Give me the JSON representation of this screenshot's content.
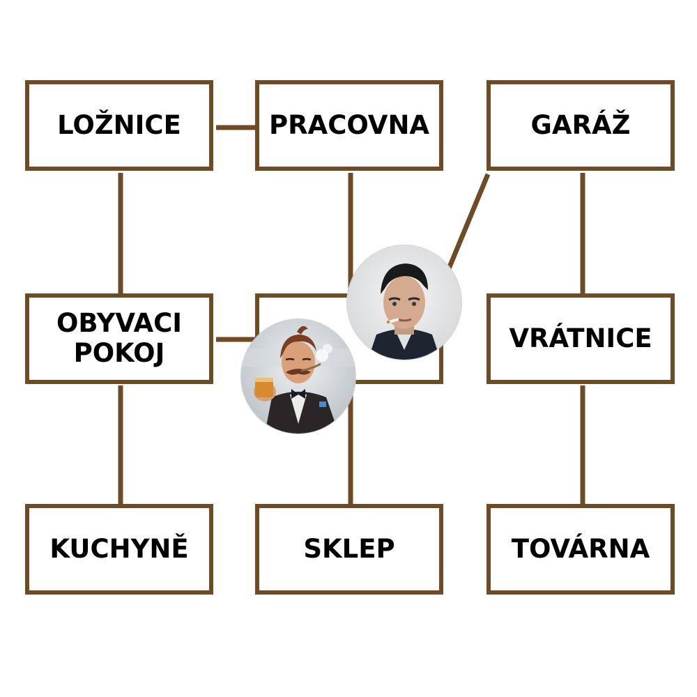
{
  "board": {
    "line_color": "#6e4b25",
    "rooms": [
      {
        "id": "loznice",
        "label": "LOŽNICE"
      },
      {
        "id": "pracovna",
        "label": "PRACOVNA"
      },
      {
        "id": "garaz",
        "label": "GARÁŽ"
      },
      {
        "id": "obyvaci",
        "label": "OBYVACI\nPOKOJ"
      },
      {
        "id": "hidden",
        "label": ""
      },
      {
        "id": "vratnice",
        "label": "VRÁTNICE"
      },
      {
        "id": "kuchyne",
        "label": "KUCHYNĚ"
      },
      {
        "id": "sklep",
        "label": "SKLEP"
      },
      {
        "id": "tovarna",
        "label": "TOVÁRNA"
      }
    ],
    "connections": [
      [
        "loznice",
        "pracovna"
      ],
      [
        "loznice",
        "obyvaci"
      ],
      [
        "pracovna",
        "hidden"
      ],
      [
        "garaz",
        "hidden"
      ],
      [
        "garaz",
        "vratnice"
      ],
      [
        "obyvaci",
        "hidden"
      ],
      [
        "obyvaci",
        "kuchyne"
      ],
      [
        "hidden",
        "sklep"
      ],
      [
        "vratnice",
        "tovarna"
      ]
    ]
  },
  "tokens": [
    {
      "id": "cap-man",
      "icon": "man-with-cigarette-portrait",
      "room": "hidden"
    },
    {
      "id": "mustache-man",
      "icon": "mustached-man-with-glass-portrait",
      "room": "hidden"
    }
  ]
}
